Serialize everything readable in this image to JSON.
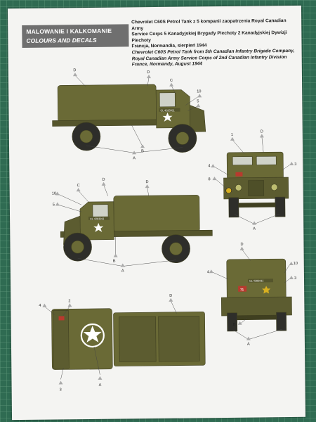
{
  "header": {
    "title_pl": "MALOWANIE I KALKOMANIE",
    "title_en": "COLOURS AND DECALS"
  },
  "description": {
    "pl_line1": "Chevrolet C60S Petrol Tank z 5 kompanii zaopatrzenia Royal Canadian Army",
    "pl_line2": "Service Corps 5 Kanadyjskiej Brygady Piechoty 2 Kanadyjskiej Dywizji",
    "pl_line3": "Piechoty",
    "pl_line4": "Francja, Normandia, sierpień 1944",
    "en_line1": "Chevrolet C60S Petrol Tank from 5th Canadian Infantry Brigade Company,",
    "en_line2": "Royal Canadian Army Service Corps of 2nd Canadian Infantry Division",
    "en_line3": "France, Normandy, August 1944"
  },
  "vehicle_markings": {
    "registration": "CL 4283911",
    "unit_number": "71"
  },
  "callouts": {
    "A": "A",
    "B": "B",
    "C": "C",
    "D": "D",
    "n1": "1",
    "n2": "2",
    "n3": "3",
    "n4": "4",
    "n5": "5",
    "n8": "8",
    "n10": "10"
  },
  "colors": {
    "olive_drab": "#6a6a36",
    "olive_dark": "#4e4f28",
    "tyre": "#2e2e2a",
    "mat": "#2f6b52",
    "banner": "#6f6f6f",
    "sheet": "#f4f4f2"
  }
}
